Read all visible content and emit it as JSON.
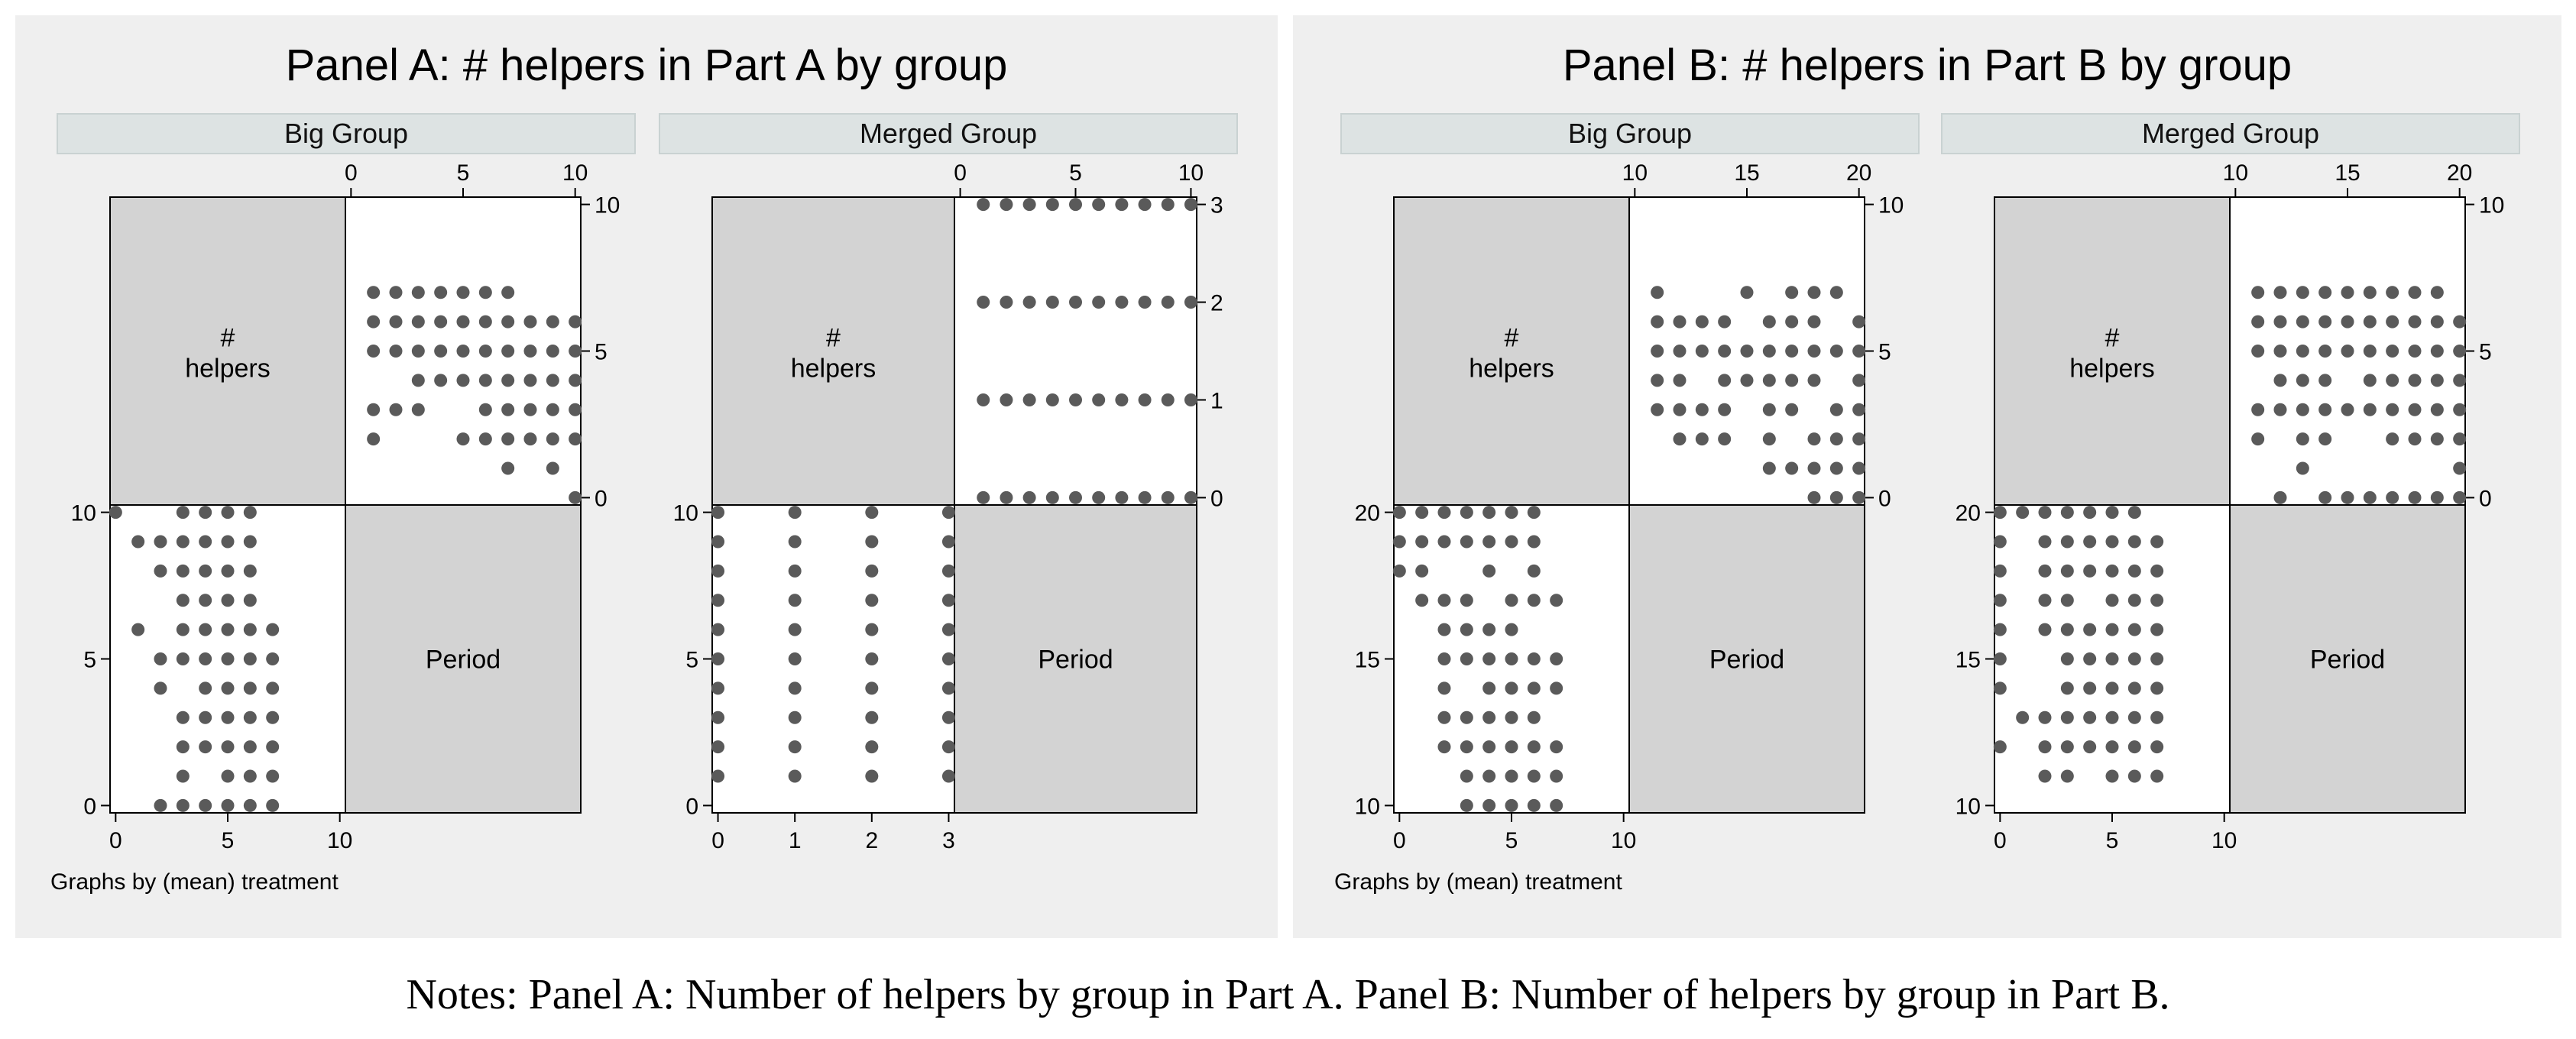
{
  "caption": "Notes: Panel A: Number of helpers by group in Part A. Panel B: Number of helpers by group in Part B.",
  "colors": {
    "panel_bg": "#efefef",
    "strip_bg": "#dde3e3",
    "diag_cell": "#d3d3d3",
    "marker": "#5a5a5a"
  },
  "panels": [
    {
      "title": "Panel A: # helpers in Part A by group",
      "note": "Graphs by (mean) treatment",
      "groups": [
        {
          "label": "Big Group"
        },
        {
          "label": "Merged Group"
        }
      ]
    },
    {
      "title": "Panel B: # helpers in Part B by group",
      "note": "Graphs by (mean) treatment",
      "groups": [
        {
          "label": "Big Group"
        },
        {
          "label": "Merged Group"
        }
      ]
    }
  ],
  "chart_data": [
    {
      "type": "scatter",
      "title": "Panel A: # helpers in Part A by group",
      "subtitle": "Big Group",
      "variables": [
        "# helpers",
        "Period"
      ],
      "period_range": [
        0,
        10
      ],
      "period_ticks": [
        0,
        5,
        10
      ],
      "helpers_range": [
        0,
        10
      ],
      "helpers_ticks": [
        0,
        5,
        10
      ],
      "points_helpers_vs_period": {
        "x": [
          1,
          2,
          3,
          4,
          5,
          6,
          7,
          1,
          2,
          3,
          4,
          5,
          6,
          7,
          8,
          9,
          10,
          1,
          2,
          3,
          4,
          5,
          6,
          7,
          8,
          9,
          10,
          3,
          4,
          5,
          6,
          7,
          8,
          9,
          10,
          1,
          2,
          3,
          6,
          7,
          8,
          9,
          10,
          1,
          5,
          6,
          7,
          8,
          9,
          10,
          7,
          9,
          10
        ],
        "y": [
          7,
          7,
          7,
          7,
          7,
          7,
          7,
          6,
          6,
          6,
          6,
          6,
          6,
          6,
          6,
          6,
          6,
          5,
          5,
          5,
          5,
          5,
          5,
          5,
          5,
          5,
          5,
          4,
          4,
          4,
          4,
          4,
          4,
          4,
          4,
          3,
          3,
          3,
          3,
          3,
          3,
          3,
          3,
          2,
          2,
          2,
          2,
          2,
          2,
          2,
          1,
          1,
          0
        ]
      },
      "points_period_vs_helpers": {
        "x": [
          0,
          3,
          4,
          5,
          6,
          1,
          2,
          3,
          4,
          5,
          6,
          2,
          3,
          4,
          5,
          6,
          3,
          4,
          5,
          6,
          1,
          3,
          4,
          5,
          6,
          7,
          2,
          3,
          4,
          5,
          6,
          7,
          2,
          4,
          5,
          6,
          7,
          3,
          4,
          5,
          6,
          7,
          3,
          4,
          5,
          6,
          7,
          3,
          5,
          6,
          7,
          2,
          3,
          4,
          5,
          6,
          7
        ],
        "y": [
          10,
          10,
          10,
          10,
          10,
          9,
          9,
          9,
          9,
          9,
          9,
          8,
          8,
          8,
          8,
          8,
          7,
          7,
          7,
          7,
          6,
          6,
          6,
          6,
          6,
          6,
          5,
          5,
          5,
          5,
          5,
          5,
          4,
          4,
          4,
          4,
          4,
          3,
          3,
          3,
          3,
          3,
          2,
          2,
          2,
          2,
          2,
          1,
          1,
          1,
          1,
          0,
          0,
          0,
          0,
          0,
          0
        ]
      }
    },
    {
      "type": "scatter",
      "title": "Panel A: # helpers in Part A by group",
      "subtitle": "Merged Group",
      "variables": [
        "# helpers",
        "Period"
      ],
      "period_range": [
        0,
        10
      ],
      "period_ticks": [
        0,
        5,
        10
      ],
      "helpers_range": [
        0,
        3
      ],
      "helpers_ticks": [
        0,
        1,
        2,
        3
      ],
      "points_helpers_vs_period": {
        "x": [
          1,
          2,
          3,
          4,
          5,
          6,
          7,
          8,
          9,
          10,
          1,
          2,
          3,
          4,
          5,
          6,
          7,
          8,
          9,
          10,
          1,
          2,
          3,
          4,
          5,
          6,
          7,
          8,
          9,
          10,
          1,
          2,
          3,
          4,
          5,
          6,
          7,
          8,
          9,
          10
        ],
        "y": [
          3,
          3,
          3,
          3,
          3,
          3,
          3,
          3,
          3,
          3,
          2,
          2,
          2,
          2,
          2,
          2,
          2,
          2,
          2,
          2,
          1,
          1,
          1,
          1,
          1,
          1,
          1,
          1,
          1,
          1,
          0,
          0,
          0,
          0,
          0,
          0,
          0,
          0,
          0,
          0
        ]
      },
      "points_period_vs_helpers": {
        "x": [
          0,
          1,
          2,
          3,
          0,
          1,
          2,
          3,
          0,
          1,
          2,
          3,
          0,
          1,
          2,
          3,
          0,
          1,
          2,
          3,
          0,
          1,
          2,
          3,
          0,
          1,
          2,
          3,
          0,
          1,
          2,
          3,
          0,
          1,
          2,
          3,
          0,
          1,
          2,
          3
        ],
        "y": [
          10,
          10,
          10,
          10,
          9,
          9,
          9,
          9,
          8,
          8,
          8,
          8,
          7,
          7,
          7,
          7,
          6,
          6,
          6,
          6,
          5,
          5,
          5,
          5,
          4,
          4,
          4,
          4,
          3,
          3,
          3,
          3,
          2,
          2,
          2,
          2,
          1,
          1,
          1,
          1
        ]
      }
    },
    {
      "type": "scatter",
      "title": "Panel B: # helpers in Part B by group",
      "subtitle": "Big Group",
      "variables": [
        "# helpers",
        "Period"
      ],
      "period_range": [
        10,
        20
      ],
      "period_ticks": [
        10,
        15,
        20
      ],
      "helpers_range": [
        0,
        10
      ],
      "helpers_ticks": [
        0,
        5,
        10
      ],
      "points_helpers_vs_period": {
        "x": [
          11,
          15,
          17,
          18,
          19,
          11,
          12,
          13,
          14,
          16,
          17,
          18,
          20,
          11,
          12,
          13,
          14,
          15,
          16,
          17,
          18,
          19,
          20,
          11,
          12,
          14,
          15,
          16,
          17,
          18,
          20,
          11,
          12,
          13,
          14,
          16,
          17,
          19,
          20,
          12,
          13,
          14,
          16,
          18,
          19,
          20,
          16,
          17,
          18,
          19,
          20,
          18,
          19,
          20
        ],
        "y": [
          7,
          7,
          7,
          7,
          7,
          6,
          6,
          6,
          6,
          6,
          6,
          6,
          6,
          5,
          5,
          5,
          5,
          5,
          5,
          5,
          5,
          5,
          5,
          4,
          4,
          4,
          4,
          4,
          4,
          4,
          4,
          3,
          3,
          3,
          3,
          3,
          3,
          3,
          3,
          2,
          2,
          2,
          2,
          2,
          2,
          2,
          1,
          1,
          1,
          1,
          1,
          0,
          0,
          0
        ]
      },
      "points_period_vs_helpers": {
        "x": [
          0,
          1,
          2,
          3,
          4,
          5,
          6,
          0,
          1,
          2,
          3,
          4,
          5,
          6,
          0,
          1,
          4,
          6,
          1,
          2,
          3,
          5,
          6,
          7,
          2,
          3,
          4,
          5,
          2,
          3,
          4,
          5,
          6,
          7,
          2,
          4,
          5,
          6,
          7,
          2,
          3,
          4,
          5,
          6,
          2,
          3,
          4,
          5,
          6,
          7,
          3,
          4,
          5,
          6,
          7,
          3,
          4,
          5,
          6,
          7
        ],
        "y": [
          20,
          20,
          20,
          20,
          20,
          20,
          20,
          19,
          19,
          19,
          19,
          19,
          19,
          19,
          18,
          18,
          18,
          18,
          17,
          17,
          17,
          17,
          17,
          17,
          16,
          16,
          16,
          16,
          15,
          15,
          15,
          15,
          15,
          15,
          14,
          14,
          14,
          14,
          14,
          13,
          13,
          13,
          13,
          13,
          12,
          12,
          12,
          12,
          12,
          12,
          11,
          11,
          11,
          11,
          11,
          10,
          10,
          10,
          10,
          10
        ]
      }
    },
    {
      "type": "scatter",
      "title": "Panel B: # helpers in Part B by group",
      "subtitle": "Merged Group",
      "variables": [
        "# helpers",
        "Period"
      ],
      "period_range": [
        10,
        20
      ],
      "period_ticks": [
        10,
        15,
        20
      ],
      "helpers_range": [
        0,
        10
      ],
      "helpers_ticks": [
        0,
        5,
        10
      ],
      "points_helpers_vs_period": {
        "x": [
          11,
          12,
          13,
          14,
          15,
          16,
          17,
          18,
          19,
          11,
          12,
          13,
          14,
          15,
          16,
          17,
          18,
          19,
          20,
          11,
          12,
          13,
          14,
          15,
          16,
          17,
          18,
          19,
          20,
          12,
          13,
          14,
          16,
          17,
          18,
          19,
          20,
          11,
          12,
          13,
          14,
          15,
          16,
          17,
          18,
          19,
          20,
          11,
          13,
          14,
          17,
          18,
          19,
          20,
          13,
          20,
          12,
          14,
          15,
          16,
          17,
          18,
          19,
          20
        ],
        "y": [
          7,
          7,
          7,
          7,
          7,
          7,
          7,
          7,
          7,
          6,
          6,
          6,
          6,
          6,
          6,
          6,
          6,
          6,
          6,
          5,
          5,
          5,
          5,
          5,
          5,
          5,
          5,
          5,
          5,
          4,
          4,
          4,
          4,
          4,
          4,
          4,
          4,
          3,
          3,
          3,
          3,
          3,
          3,
          3,
          3,
          3,
          3,
          2,
          2,
          2,
          2,
          2,
          2,
          2,
          1,
          1,
          0,
          0,
          0,
          0,
          0,
          0,
          0,
          0
        ]
      },
      "points_period_vs_helpers": {
        "x": [
          0,
          1,
          2,
          3,
          4,
          5,
          6,
          0,
          2,
          3,
          4,
          5,
          6,
          7,
          0,
          2,
          3,
          4,
          5,
          6,
          7,
          0,
          2,
          3,
          5,
          6,
          7,
          0,
          2,
          3,
          4,
          5,
          6,
          7,
          0,
          3,
          4,
          5,
          6,
          7,
          0,
          3,
          4,
          5,
          6,
          7,
          1,
          2,
          3,
          4,
          5,
          6,
          7,
          0,
          2,
          3,
          4,
          5,
          6,
          7,
          2,
          3,
          5,
          6,
          7
        ],
        "y": [
          20,
          20,
          20,
          20,
          20,
          20,
          20,
          19,
          19,
          19,
          19,
          19,
          19,
          19,
          18,
          18,
          18,
          18,
          18,
          18,
          18,
          17,
          17,
          17,
          17,
          17,
          17,
          16,
          16,
          16,
          16,
          16,
          16,
          16,
          15,
          15,
          15,
          15,
          15,
          15,
          14,
          14,
          14,
          14,
          14,
          14,
          13,
          13,
          13,
          13,
          13,
          13,
          13,
          12,
          12,
          12,
          12,
          12,
          12,
          12,
          11,
          11,
          11,
          11,
          11
        ]
      }
    }
  ]
}
